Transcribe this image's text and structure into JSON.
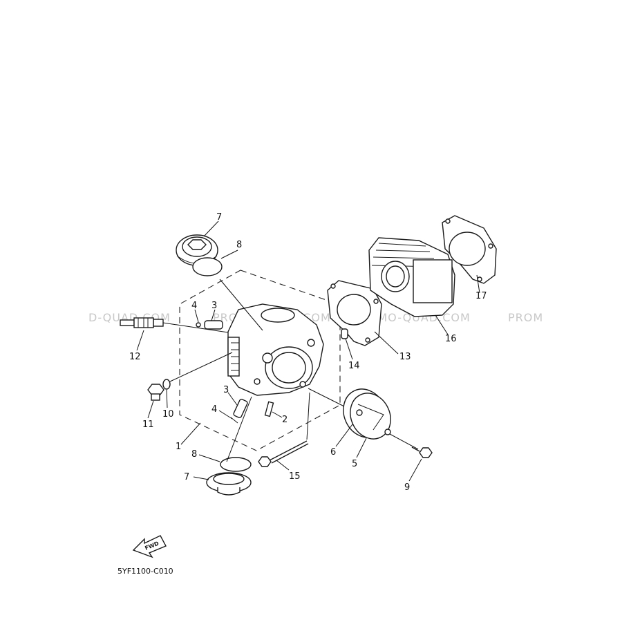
{
  "diagram": {
    "code": "5YF1100-C010",
    "arrow_label": "FWD",
    "watermark": {
      "left": "D-QUAD.COM",
      "mid1": "PROMO-QUAD.COM",
      "mid2": "PROMO-QUAD.COM",
      "right": "PROM"
    },
    "callouts": {
      "n1": "1",
      "n2": "2",
      "n3a": "3",
      "n3b": "3",
      "n4a": "4",
      "n4b": "4",
      "n5": "5",
      "n6": "6",
      "n7a": "7",
      "n7b": "7",
      "n8a": "8",
      "n8b": "8",
      "n9": "9",
      "n10": "10",
      "n11": "11",
      "n12": "12",
      "n13": "13",
      "n14": "14",
      "n15": "15",
      "n16": "16",
      "n17": "17"
    }
  }
}
